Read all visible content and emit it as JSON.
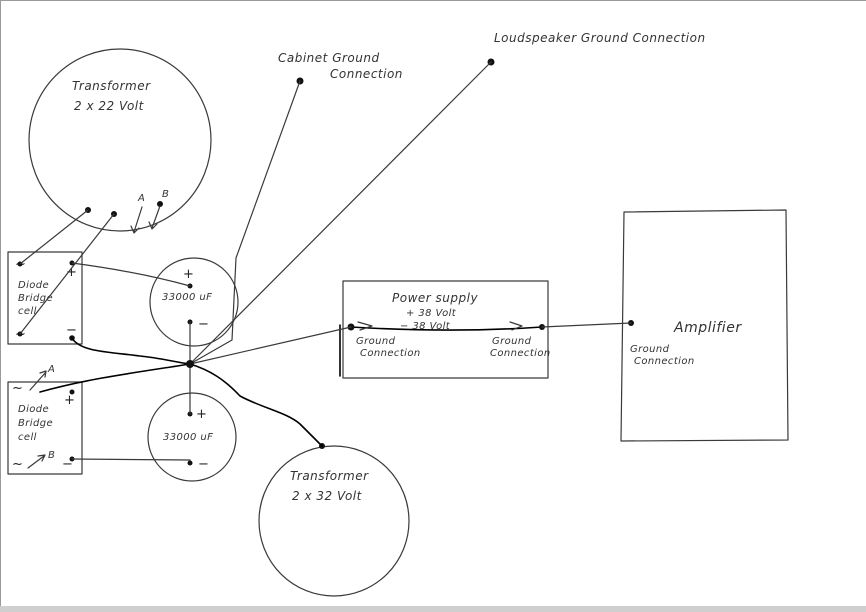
{
  "transformer_top": {
    "title": "Transformer",
    "rating": "2 x 22 Volt",
    "tap_a": "A",
    "tap_b": "B"
  },
  "transformer_bottom": {
    "title": "Transformer",
    "rating": "2 x 32 Volt"
  },
  "bridge_top": {
    "line1": "Diode",
    "line2": "Bridge",
    "line3": "cell",
    "plus": "+",
    "minus": "−",
    "ac1": "~",
    "ac2": "~"
  },
  "bridge_bottom": {
    "line1": "Diode",
    "line2": "Bridge",
    "line3": "cell",
    "plus": "+",
    "minus": "−",
    "ac1": "~",
    "ac2": "~",
    "tap_a": "A",
    "tap_b": "B"
  },
  "cap_top": {
    "value": "33000 uF",
    "plus": "+",
    "minus": "−"
  },
  "cap_bottom": {
    "value": "33000 uF",
    "plus": "+",
    "minus": "−"
  },
  "cabinet_ground": {
    "line1": "Cabinet Ground",
    "line2": "Connection"
  },
  "loudspeaker_ground": {
    "label": "Loudspeaker Ground Connection"
  },
  "power_supply": {
    "title": "Power supply",
    "plus": "+ 38 Volt",
    "minus": "− 38 Volt",
    "ground_left_1": "Ground",
    "ground_left_2": "Connection",
    "ground_right_1": "Ground",
    "ground_right_2": "Connection"
  },
  "amplifier": {
    "title": "Amplifier",
    "ground_1": "Ground",
    "ground_2": "Connection"
  }
}
